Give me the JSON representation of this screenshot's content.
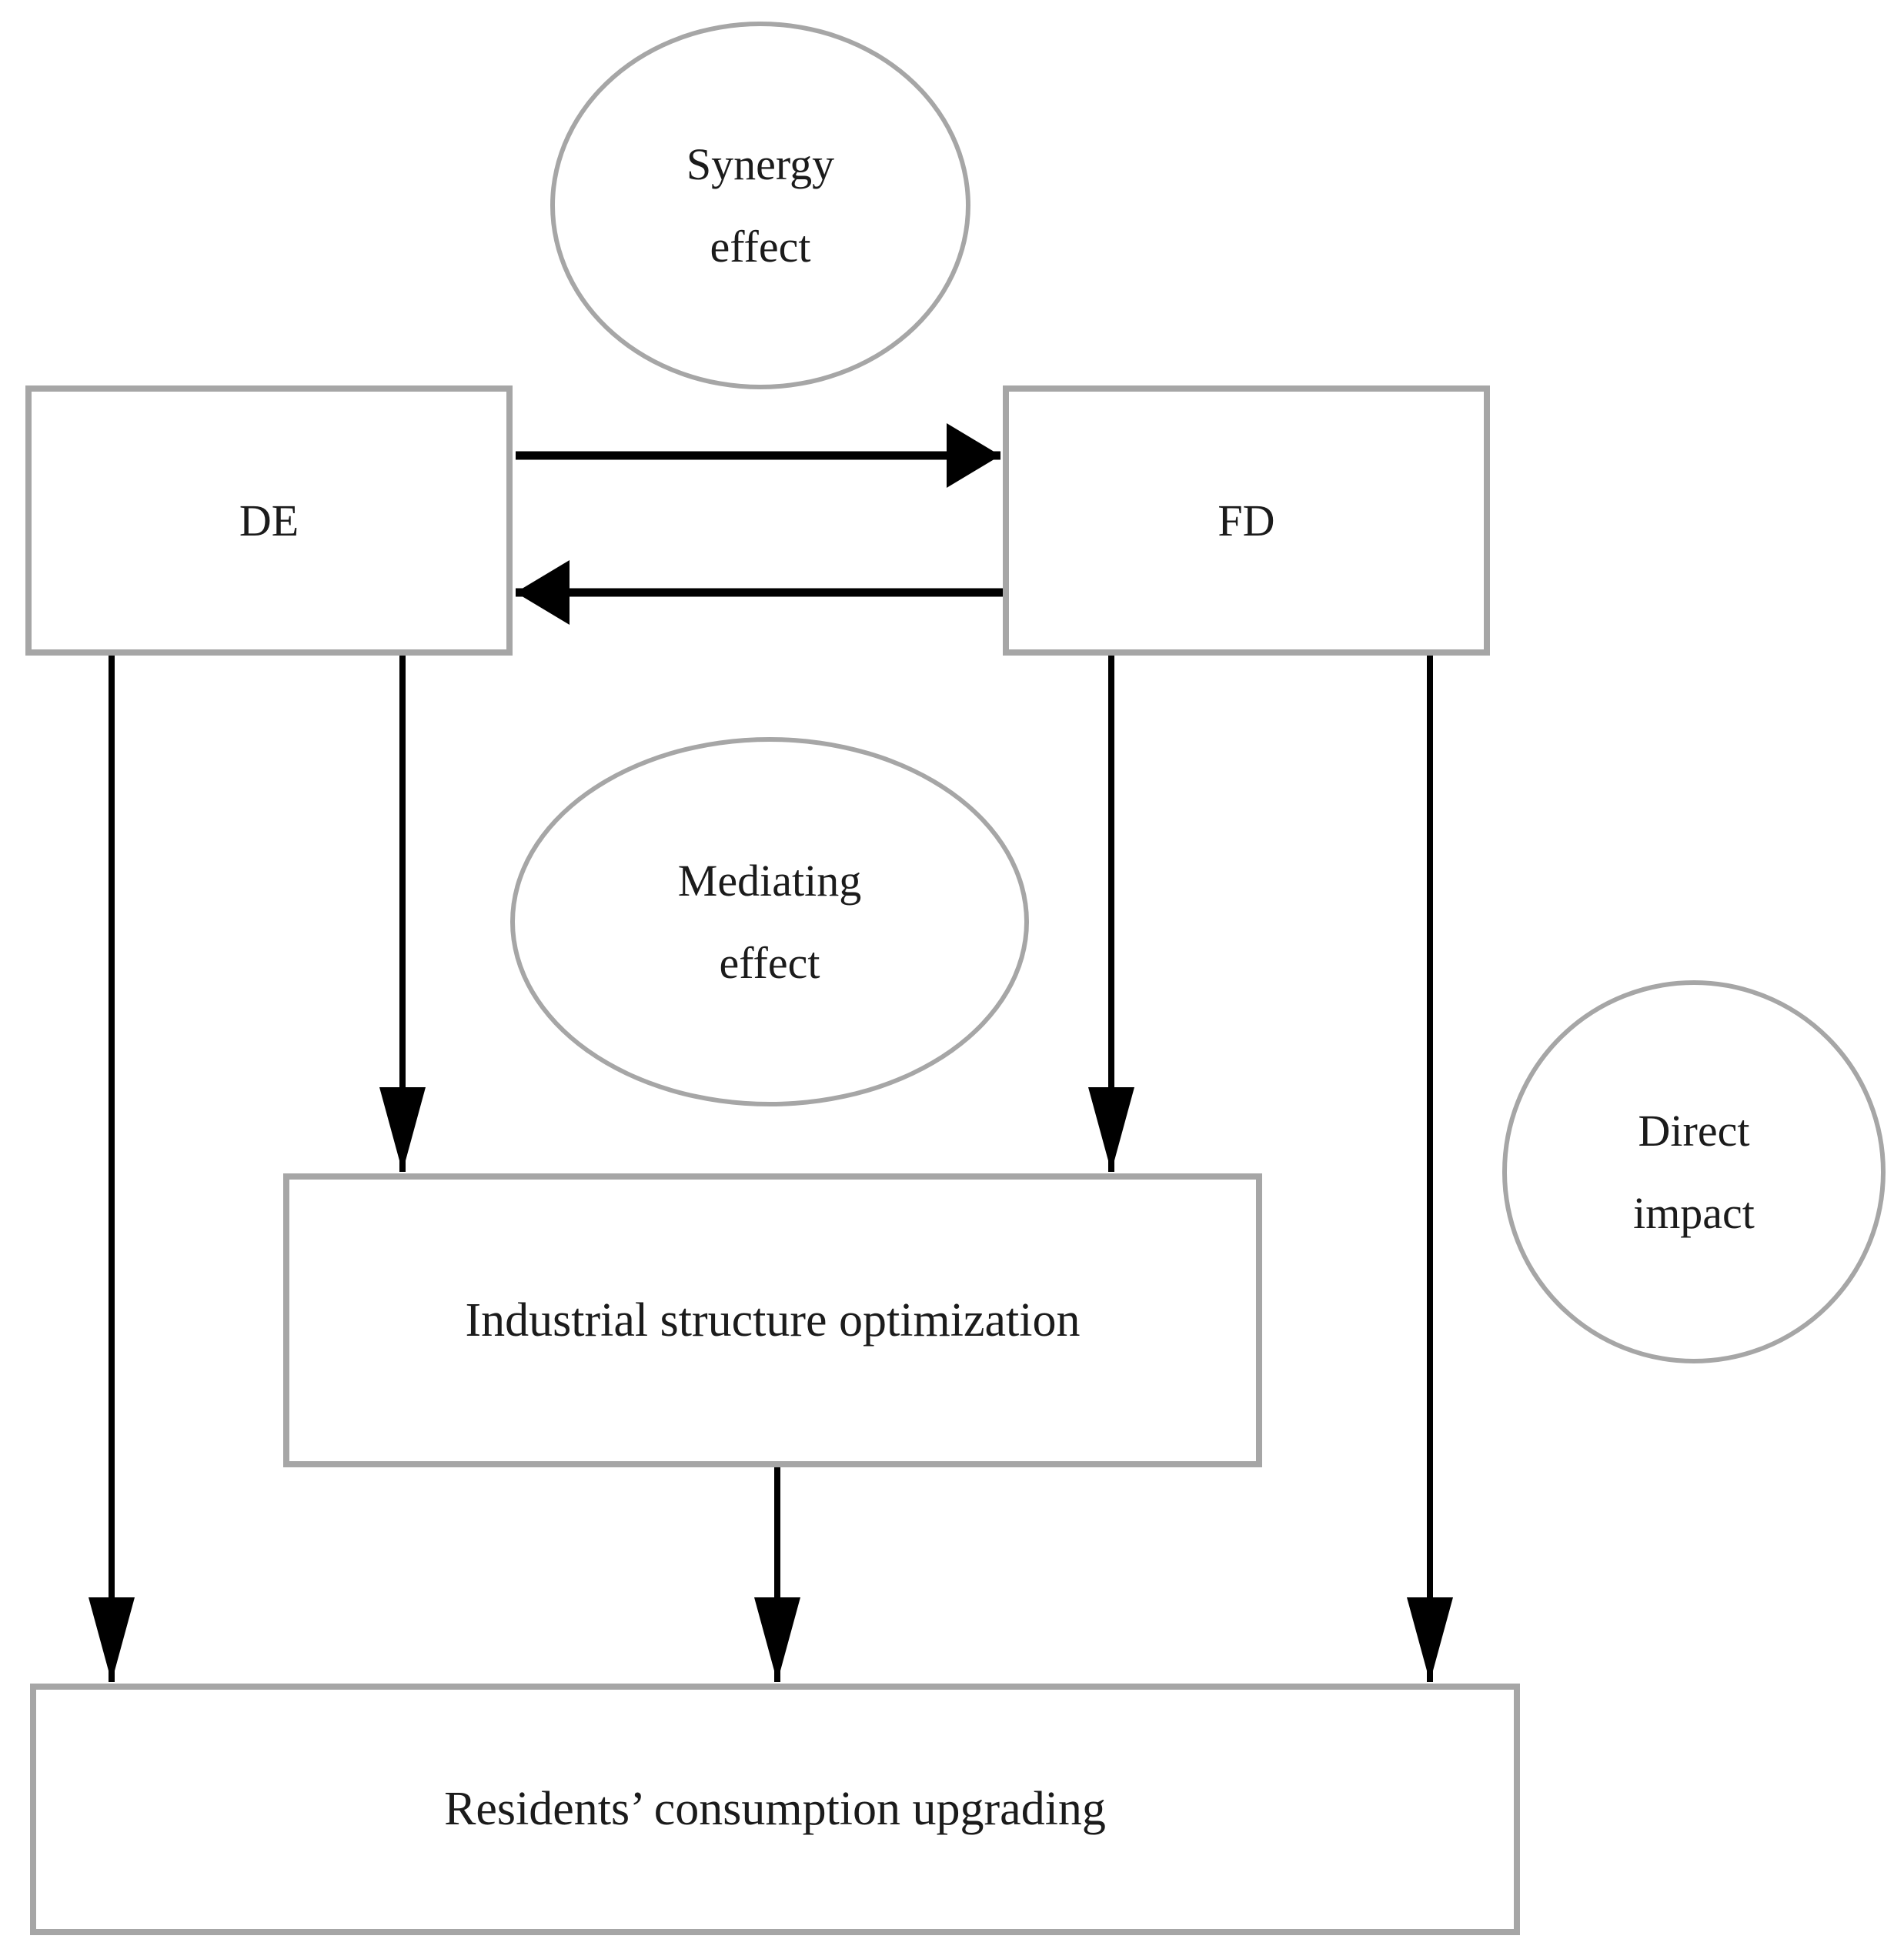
{
  "diagram": {
    "nodes": {
      "synergy": {
        "lines": [
          "Synergy",
          "effect"
        ]
      },
      "de": {
        "label": "DE"
      },
      "fd": {
        "label": "FD"
      },
      "mediating": {
        "lines": [
          "Mediating",
          "effect"
        ]
      },
      "industrial": {
        "label": "Industrial structure optimization"
      },
      "direct": {
        "lines": [
          "Direct",
          "impact"
        ]
      },
      "residents": {
        "label": "Residents’ consumption upgrading"
      }
    },
    "colors": {
      "node_border": "#a6a6a6",
      "connector": "#000000",
      "text": "#1b1b1b",
      "background": "#ffffff"
    }
  }
}
